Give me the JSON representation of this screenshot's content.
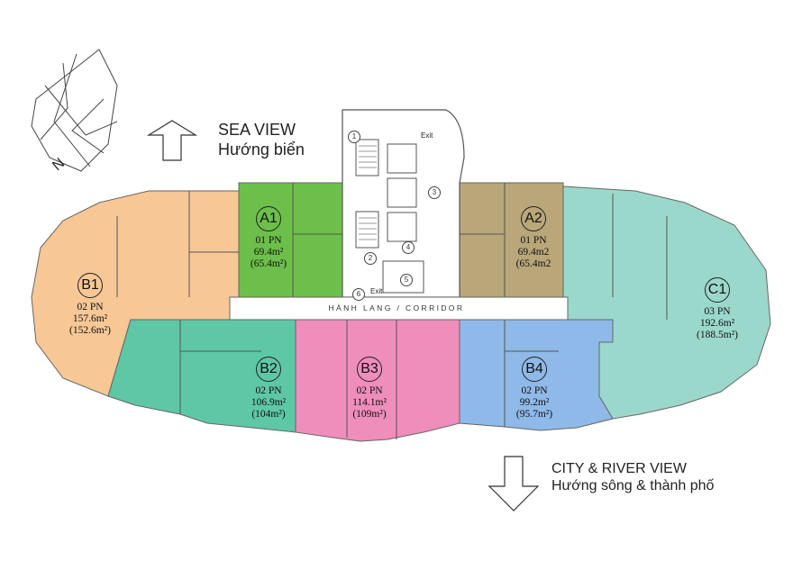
{
  "colors": {
    "orange": "#f7c796",
    "green": "#6dbf4b",
    "tan": "#b9a77a",
    "teal_c1": "#9bd8cc",
    "teal_b2": "#5ec7a5",
    "pink": "#ef8dbb",
    "blue": "#8fb9e8",
    "corridor": "#ffffff",
    "wall": "#555555"
  },
  "views": {
    "top": {
      "en": "SEA VIEW",
      "vi": "Hướng biển"
    },
    "bottom": {
      "en": "CITY & RIVER VIEW",
      "vi": "Hướng sông & thành phố"
    }
  },
  "compass": {
    "letter": "N"
  },
  "corridor": {
    "label": "HÀNH LANG / CORRIDOR"
  },
  "core": {
    "exit_top": "Exit",
    "exit_bottom": "Exit",
    "numbers": [
      "1",
      "2",
      "3",
      "4",
      "5",
      "6"
    ]
  },
  "units": [
    {
      "code": "A1",
      "rooms": "01 PN",
      "area": "69.4m²",
      "net": "(65.4m²)"
    },
    {
      "code": "A2",
      "rooms": "01 PN",
      "area": "69.4m2",
      "net": "(65.4m2"
    },
    {
      "code": "B1",
      "rooms": "02 PN",
      "area": "157.6m²",
      "net": "(152.6m²)"
    },
    {
      "code": "B2",
      "rooms": "02 PN",
      "area": "106.9m²",
      "net": "(104m²)"
    },
    {
      "code": "B3",
      "rooms": "02 PN",
      "area": "114.1m²",
      "net": "(109m²)"
    },
    {
      "code": "B4",
      "rooms": "02 PN",
      "area": "99.2m²",
      "net": "(95.7m²)"
    },
    {
      "code": "C1",
      "rooms": "03 PN",
      "area": "192.6m²",
      "net": "(188.5m²)"
    }
  ]
}
